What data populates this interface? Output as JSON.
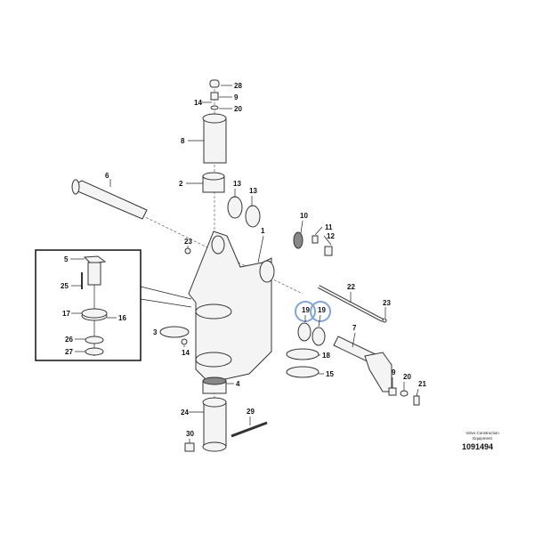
{
  "diagram": {
    "callouts": [
      "28",
      "9",
      "20",
      "14",
      "8",
      "6",
      "2",
      "13",
      "13",
      "10",
      "11",
      "12",
      "1",
      "23",
      "22",
      "23",
      "19",
      "19",
      "7",
      "3",
      "18",
      "15",
      "14",
      "4",
      "9",
      "20",
      "21",
      "24",
      "29",
      "30"
    ],
    "inset_callouts": [
      "5",
      "25",
      "17",
      "16",
      "26",
      "27"
    ],
    "highlight_color": "#7fa6d6"
  },
  "footer": {
    "brand": "Volvo Construction Equipment",
    "drawing_number": "1091494"
  }
}
